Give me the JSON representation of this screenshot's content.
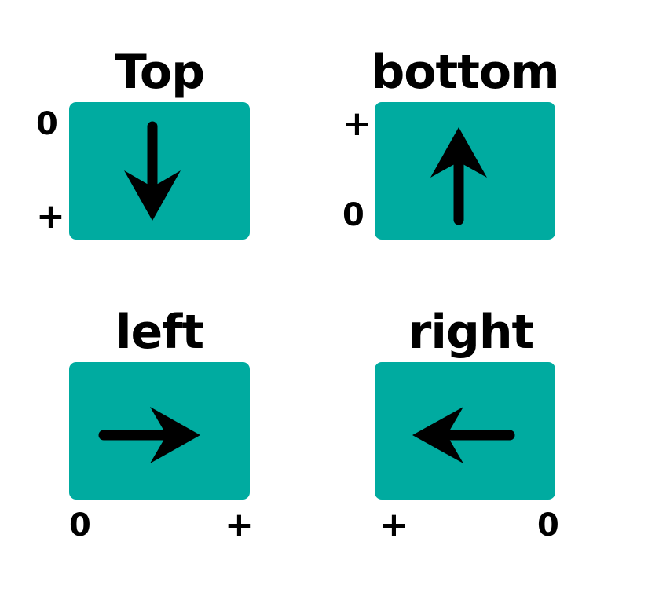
{
  "colors": {
    "box": "#00aba0",
    "arrow": "#000000"
  },
  "panels": [
    {
      "title": "Top",
      "direction": "down",
      "start_label": "0",
      "end_label": "+"
    },
    {
      "title": "bottom",
      "direction": "up",
      "start_label": "0",
      "end_label": "+"
    },
    {
      "title": "left",
      "direction": "right",
      "start_label": "0",
      "end_label": "+"
    },
    {
      "title": "right",
      "direction": "left",
      "start_label": "0",
      "end_label": "+"
    }
  ]
}
